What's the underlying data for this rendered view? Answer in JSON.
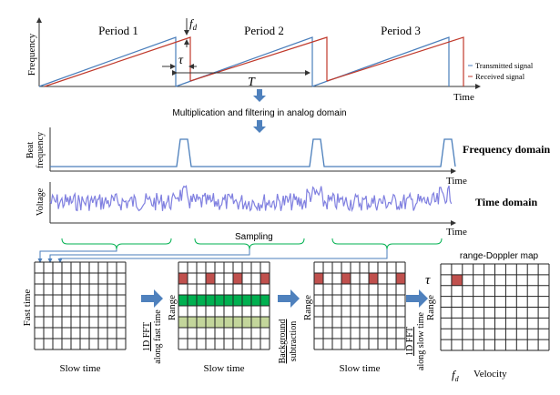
{
  "top_plot": {
    "ylabel": "Frequency",
    "xlabel": "Time",
    "periods": [
      "Period 1",
      "Period 2",
      "Period 3"
    ],
    "fd_label": "f",
    "fd_sub": "d",
    "tau_label": "τ",
    "T_label": "T",
    "legend": [
      {
        "label": "Transmitted signal",
        "color": "#4a7ebb"
      },
      {
        "label": "Received signal",
        "color": "#c0392b"
      }
    ]
  },
  "step1_label": "Multiplication and filtering in analog domain",
  "beat_plot": {
    "ylabel_1": "Beat",
    "ylabel_2": "frequency",
    "xlabel": "Time",
    "title": "Frequency domain"
  },
  "voltage_plot": {
    "ylabel": "Voltage",
    "xlabel": "Time",
    "title": "Time domain"
  },
  "sampling_label": "Sampling",
  "grids": [
    {
      "ylabel": "Fast time",
      "xlabel": "Slow time"
    },
    {
      "ylabel": "Range",
      "xlabel": "Slow time"
    },
    {
      "ylabel": "Range",
      "xlabel": "Slow time"
    },
    {
      "title": "range-Doppler map",
      "ylabel": "Range",
      "xlabel": "Velocity",
      "tau_label": "τ",
      "fd_label": "f",
      "fd_sub": "d"
    }
  ],
  "arrows": [
    {
      "top": "1D FFT",
      "bottom": "along fast time"
    },
    {
      "top": "Background",
      "bottom": "subtraction"
    },
    {
      "top": "1D FFT",
      "bottom": "along slow time"
    }
  ],
  "colors": {
    "blue": "#4a7ebb",
    "red": "#c0392b",
    "green": "#00b050",
    "light_green": "#c3d69b",
    "cell_red": "#c0504d",
    "brace": "#00b050",
    "arrow": "#4f81bd"
  }
}
